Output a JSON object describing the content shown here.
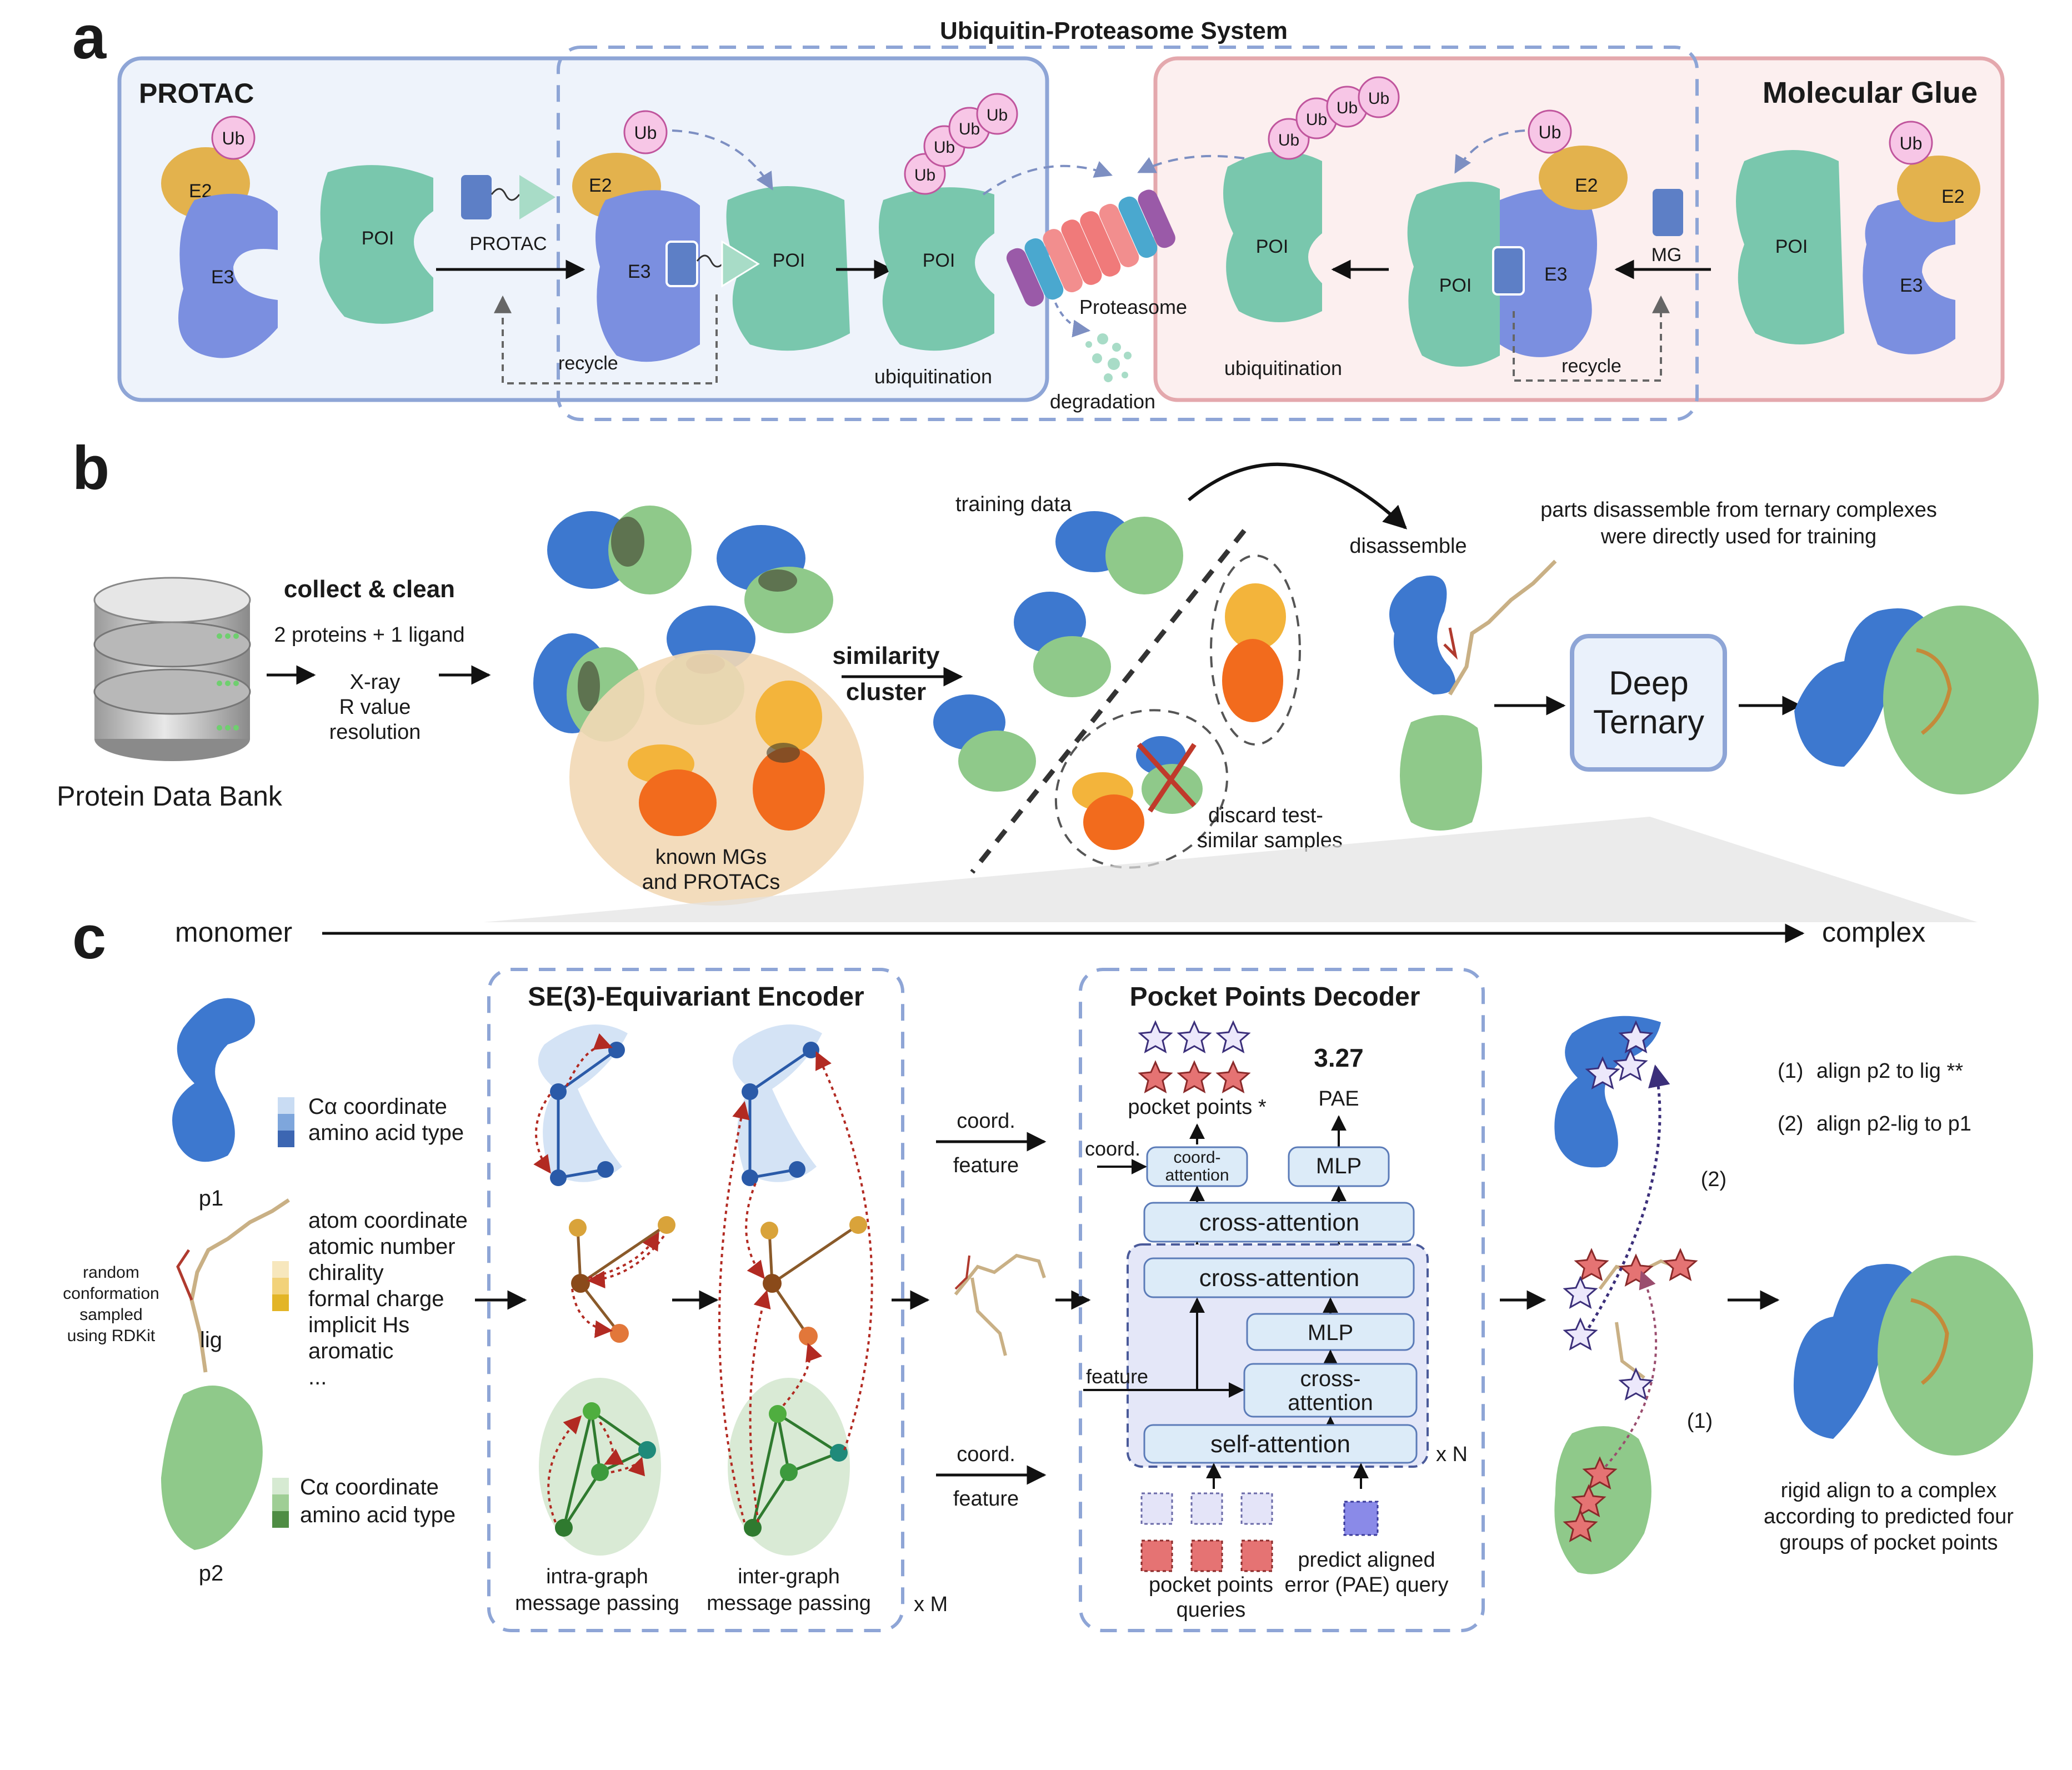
{
  "panel_a": {
    "letter": "a",
    "ups_title": "Ubiquitin-Proteasome System",
    "protac_title": "PROTAC",
    "glue_title": "Molecular Glue",
    "labels": {
      "ub": "Ub",
      "e2": "E2",
      "e3": "E3",
      "poi": "POI",
      "protac": "PROTAC",
      "mg": "MG",
      "recycle": "recycle",
      "ubiquitination": "ubiquitination",
      "proteasome": "Proteasome",
      "degradation": "degradation"
    }
  },
  "panel_b": {
    "letter": "b",
    "pdb_label": "Protein Data Bank",
    "collect_clean": "collect & clean",
    "criteria_1": "2 proteins + 1 ligand",
    "criteria_2": "X-ray",
    "criteria_3": "R value",
    "criteria_4": "resolution",
    "known_1": "known MGs",
    "known_2": "and PROTACs",
    "similarity_1": "similarity",
    "similarity_2": "cluster",
    "training_data": "training data",
    "discard_1": "discard test-",
    "discard_2": "similar samples",
    "disassemble": "disassemble",
    "parts_note_1": "parts disassemble from ternary complexes",
    "parts_note_2": "were directly used for training",
    "model_1": "Deep",
    "model_2": "Ternary"
  },
  "panel_c": {
    "letter": "c",
    "monomer": "monomer",
    "complex": "complex",
    "p1": "p1",
    "lig": "lig",
    "p2": "p2",
    "p1_feat_1": "Cα coordinate",
    "p1_feat_2": "amino acid type",
    "lig_feats": [
      "atom coordinate",
      "atomic number",
      "chirality",
      "formal charge",
      "implicit Hs",
      "aromatic",
      "..."
    ],
    "p2_feat_1": "Cα coordinate",
    "p2_feat_2": "amino acid type",
    "random_conf": [
      "random",
      "conformation",
      "sampled",
      "using RDKit"
    ],
    "encoder_title": "SE(3)-Equivariant Encoder",
    "intra_1": "intra-graph",
    "intra_2": "message passing",
    "inter_1": "inter-graph",
    "inter_2": "message passing",
    "xm": "x M",
    "coord": "coord.",
    "feature": "feature",
    "decoder_title": "Pocket Points Decoder",
    "pocket_points": "pocket points *",
    "pae_value": "3.27",
    "pae": "PAE",
    "coord_short": "coord.",
    "coord_attention_1": "coord-",
    "coord_attention_2": "attention",
    "mlp": "MLP",
    "cross_attention": "cross-attention",
    "cross_1": "cross-",
    "cross_2": "attention",
    "self_attention": "self-attention",
    "xn": "x N",
    "pp_queries_1": "pocket points",
    "pp_queries_2": "queries",
    "pae_query_1": "predict aligned",
    "pae_query_2": "error (PAE) query",
    "align_1_num": "(1)",
    "align_1": "align p2 to lig **",
    "align_2_num": "(2)",
    "align_2": "align p2-lig  to p1",
    "arc_1": "(1)",
    "arc_2": "(2)",
    "rigid_1": "rigid align to a complex",
    "rigid_2": "according to predicted four",
    "rigid_3": "groups of pocket points"
  },
  "colors": {
    "protac_bg": "#eef3fb",
    "protac_border": "#8ea5d6",
    "glue_bg": "#fcefef",
    "glue_border": "#e4a8ad",
    "e3": "#7b8fe0",
    "e2": "#e3b24d",
    "poi": "#79c7ad",
    "ub": "#f7c6e6",
    "p1_blue": "#3d78cf",
    "p2_green": "#8fc98a",
    "orange": "#f26b1d",
    "yellow": "#f3b43b",
    "module_fill": "#dcebf8",
    "module_border": "#5b7bb8"
  }
}
